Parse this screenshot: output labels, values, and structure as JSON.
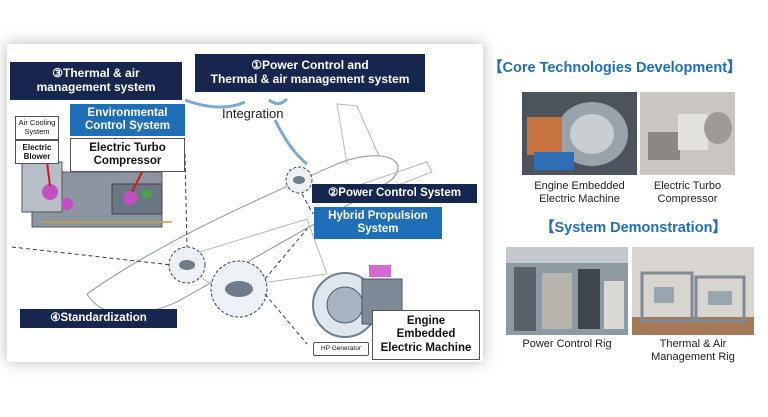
{
  "left": {
    "power_thermal_title": "①Power Control and\nThermal & air management system",
    "thermal_title": "③Thermal & air\nmanagement system",
    "env_control": "Environmental\nControl System",
    "integration": "Integration",
    "air_cooling": "Air Cooling\nSystem",
    "electric_blower": "Electric\nBlower",
    "turbo_compressor": "Electric Turbo\nCompressor",
    "power_control": "②Power Control System",
    "hybrid_propulsion": "Hybrid Propulsion\nSystem",
    "engine_machine": "Engine\nEmbedded\nElectric Machine",
    "hp_generator": "HP Generator",
    "standardization": "④Standardization"
  },
  "right": {
    "core_heading": "【Core Technologies Development】",
    "system_heading": "【System Demonstration】",
    "photos": [
      {
        "caption": "Engine Embedded\nElectric Machine",
        "icon": "electric-motor-photo"
      },
      {
        "caption": "Electric Turbo\nCompressor",
        "icon": "turbo-compressor-photo"
      },
      {
        "caption": "Power Control Rig",
        "icon": "power-rig-photo"
      },
      {
        "caption": "Thermal & Air\nManagement Rig",
        "icon": "thermal-rig-photo"
      }
    ]
  },
  "colors": {
    "navy": "#17264f",
    "accent_blue": "#1f6fb8",
    "callout_red": "#d11a1a"
  }
}
